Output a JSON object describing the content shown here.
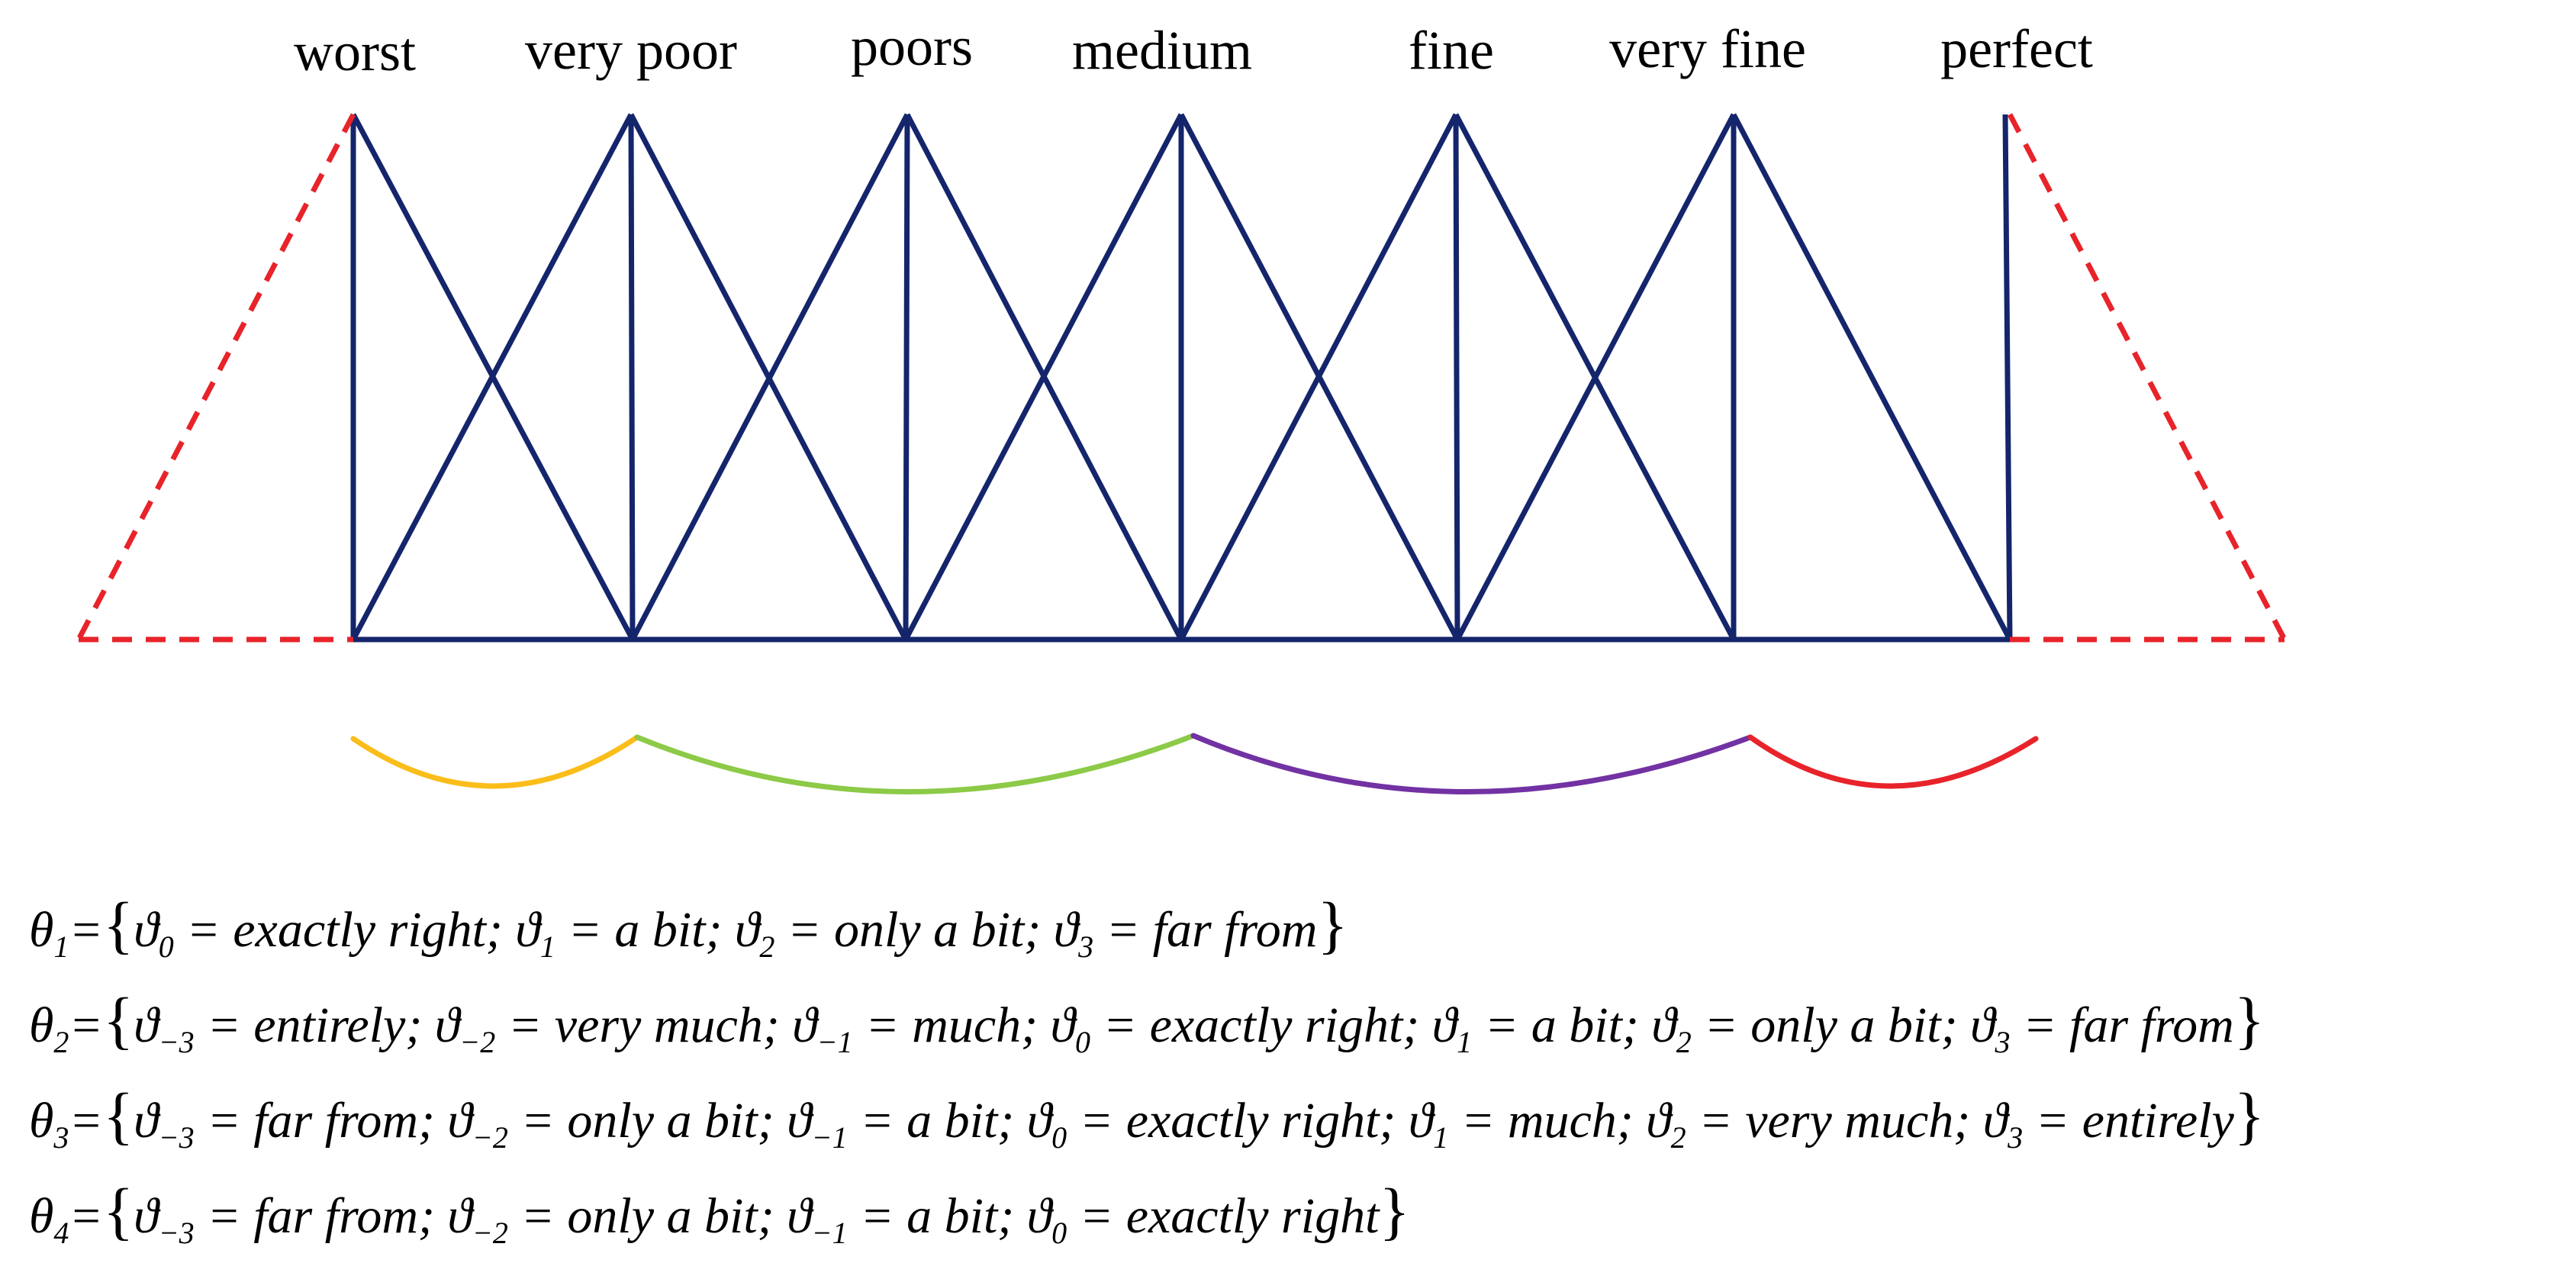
{
  "labels": [
    "worst",
    "very poor",
    "poors",
    "medium",
    "fine",
    "very fine",
    "perfect"
  ],
  "formulas": [
    {
      "symbol": "θ",
      "index": "1",
      "terms": [
        {
          "sub": "0",
          "text": "exactly right"
        },
        {
          "sub": "1",
          "text": "a bit"
        },
        {
          "sub": "2",
          "text": "only a bit"
        },
        {
          "sub": "3",
          "text": "far  from"
        }
      ]
    },
    {
      "symbol": "θ",
      "index": "2",
      "terms": [
        {
          "sub": "−3",
          "text": "entirely"
        },
        {
          "sub": "−2",
          "text": "very much"
        },
        {
          "sub": "−1",
          "text": "much"
        },
        {
          "sub": "0",
          "text": "exactly right"
        },
        {
          "sub": "1",
          "text": "a bit"
        },
        {
          "sub": "2",
          "text": "only a bit"
        },
        {
          "sub": "3",
          "text": "far  from"
        }
      ]
    },
    {
      "symbol": "θ",
      "index": "3",
      "terms": [
        {
          "sub": "−3",
          "text": "far  from"
        },
        {
          "sub": "−2",
          "text": "only a bit"
        },
        {
          "sub": "−1",
          "text": "a bit"
        },
        {
          "sub": "0",
          "text": "exactly right"
        },
        {
          "sub": "1",
          "text": "much"
        },
        {
          "sub": "2",
          "text": "very much"
        },
        {
          "sub": "3",
          "text": "entirely"
        }
      ]
    },
    {
      "symbol": "θ",
      "index": "4",
      "terms": [
        {
          "sub": "−3",
          "text": "far  from"
        },
        {
          "sub": "−2",
          "text": "only a bit"
        },
        {
          "sub": "−1",
          "text": "a bit"
        },
        {
          "sub": "0",
          "text": "exactly right"
        }
      ]
    }
  ],
  "colors": {
    "triangle": "#14256b",
    "dashed": "#e8232a",
    "arc1": "#fbbd19",
    "arc2": "#8cca47",
    "arc3": "#7232a3",
    "arc4": "#e8232a"
  }
}
